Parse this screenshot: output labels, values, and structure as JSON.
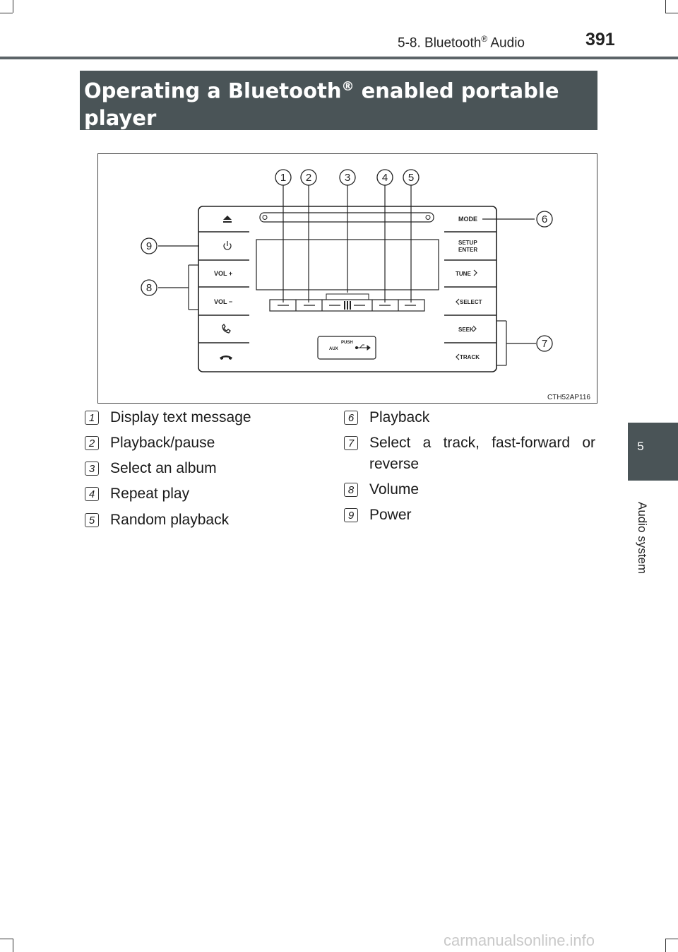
{
  "header": {
    "section": "5-8. Bluetooth",
    "reg_mark": "®",
    "section_suffix": " Audio",
    "page_number": "391"
  },
  "side_tab": {
    "chapter_number": "5",
    "chapter_title": "Audio system"
  },
  "banner": {
    "title_part1": "Operating a Bluetooth",
    "reg_mark": "®",
    "title_part2": " enabled portable player"
  },
  "figure": {
    "code": "CTH52AP116",
    "callouts": [
      "1",
      "2",
      "3",
      "4",
      "5",
      "6",
      "7",
      "8",
      "9"
    ],
    "left_buttons": {
      "vol_up": "VOL +",
      "vol_down": "VOL −"
    },
    "right_buttons": {
      "mode": "MODE",
      "setup_line1": "SETUP",
      "setup_line2": "ENTER",
      "tune": "TUNE",
      "select": "SELECT",
      "seek": "SEEK",
      "track": "TRACK"
    },
    "usb_port": {
      "push": "PUSH",
      "aux": "AUX"
    }
  },
  "legend": [
    {
      "num": "1",
      "text": "Display text message"
    },
    {
      "num": "2",
      "text": "Playback/pause"
    },
    {
      "num": "3",
      "text": "Select an album"
    },
    {
      "num": "4",
      "text": "Repeat play"
    },
    {
      "num": "5",
      "text": "Random playback"
    },
    {
      "num": "6",
      "text": "Playback"
    },
    {
      "num": "7",
      "text": "Select a track, fast-forward or reverse"
    },
    {
      "num": "8",
      "text": "Volume"
    },
    {
      "num": "9",
      "text": "Power"
    }
  ],
  "footer": {
    "watermark": "carmanualsonline.info"
  }
}
